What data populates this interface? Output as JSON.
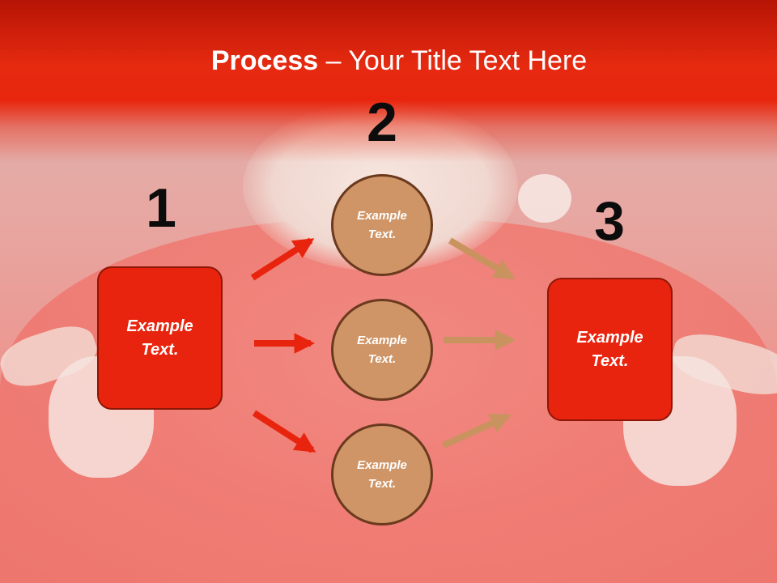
{
  "title": {
    "bold": "Process",
    "rest": " – Your Title Text Here"
  },
  "steps": {
    "one": "1",
    "two": "2",
    "three": "3"
  },
  "boxes": {
    "left": "Example Text.",
    "right": "Example Text."
  },
  "circles": {
    "top": "Example Text.",
    "middle": "Example Text.",
    "bottom": "Example Text."
  },
  "colors": {
    "red_arrow": "#e8240e",
    "tan_arrow": "#c9935f",
    "box_fill": "#e8240e",
    "circle_fill": "#cf9566"
  }
}
